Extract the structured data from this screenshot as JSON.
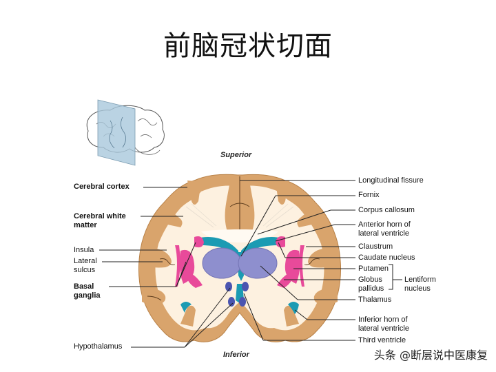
{
  "title": "前脑冠状切面",
  "orientation": {
    "superior": "Superior",
    "inferior": "Inferior"
  },
  "labels_left": {
    "cerebral_cortex": "Cerebral cortex",
    "cerebral_white_matter_1": "Cerebral white",
    "cerebral_white_matter_2": "matter",
    "insula": "Insula",
    "lateral_sulcus_1": "Lateral",
    "lateral_sulcus_2": "sulcus",
    "basal_ganglia_1": "Basal",
    "basal_ganglia_2": "ganglia",
    "hypothalamus": "Hypothalamus"
  },
  "labels_right": {
    "longitudinal_fissure": "Longitudinal fissure",
    "fornix": "Fornix",
    "corpus_callosum": "Corpus callosum",
    "anterior_horn_1": "Anterior horn of",
    "anterior_horn_2": "lateral ventricle",
    "claustrum": "Claustrum",
    "caudate_nucleus": "Caudate nucleus",
    "putamen": "Putamen",
    "globus_pallidus_1": "Globus",
    "globus_pallidus_2": "pallidus",
    "lentiform_nucleus_1": "Lentiform",
    "lentiform_nucleus_2": "nucleus",
    "thalamus": "Thalamus",
    "inferior_horn_1": "Inferior horn of",
    "inferior_horn_2": "lateral ventricle",
    "third_ventricle": "Third ventricle"
  },
  "colors": {
    "cortex": "#d9a46c",
    "white_matter": "#fdf1e0",
    "ventricle": "#1b9bb3",
    "basal_ganglia": "#e84a9a",
    "thalamus": "#8e8fce",
    "plane": "#a9c8dc"
  },
  "watermark": "头条 @断层说中医康复"
}
